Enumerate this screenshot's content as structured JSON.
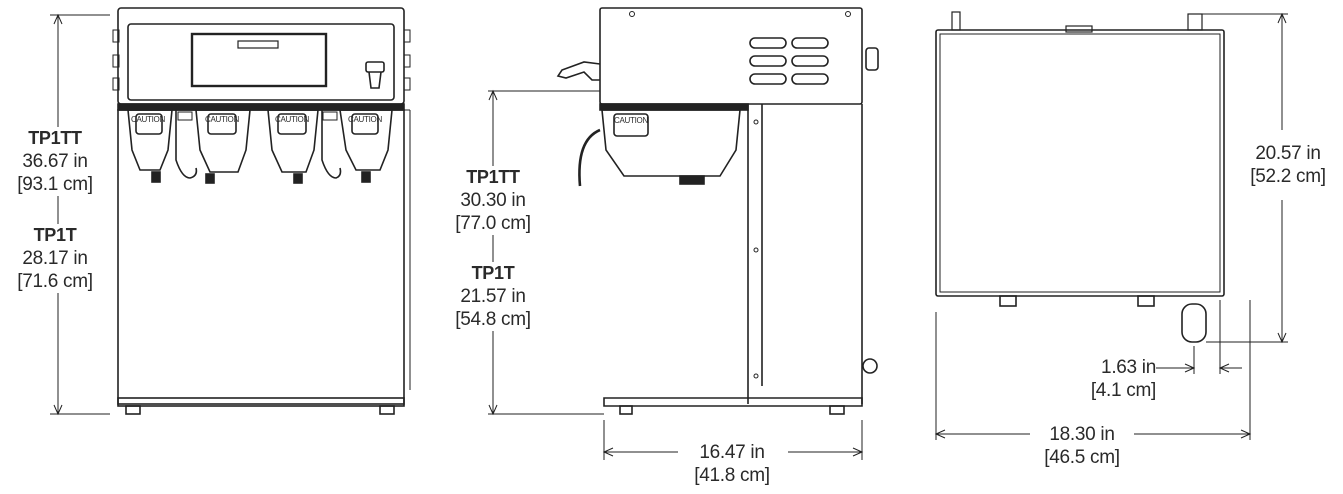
{
  "front_view": {
    "labels": [
      {
        "model": "TP1TT",
        "inches": "36.67 in",
        "cm": "[93.1 cm]"
      },
      {
        "model": "TP1T",
        "inches": "28.17 in",
        "cm": "[71.6 cm]"
      }
    ],
    "funnel_labels": [
      "CAUTION",
      "CAUTION",
      "CAUTION",
      "CAUTION"
    ]
  },
  "side_view": {
    "labels": [
      {
        "model": "TP1TT",
        "inches": "30.30 in",
        "cm": "[77.0 cm]"
      },
      {
        "model": "TP1T",
        "inches": "21.57 in",
        "cm": "[54.8 cm]"
      }
    ],
    "funnel_label": "CAUTION",
    "depth": {
      "inches": "16.47 in",
      "cm": "[41.8 cm]"
    }
  },
  "top_view": {
    "depth": {
      "inches": "20.57 in",
      "cm": "[52.2 cm]"
    },
    "offset": {
      "inches": "1.63 in",
      "cm": "[4.1 cm]"
    },
    "width": {
      "inches": "18.30 in",
      "cm": "[46.5 cm]"
    }
  }
}
